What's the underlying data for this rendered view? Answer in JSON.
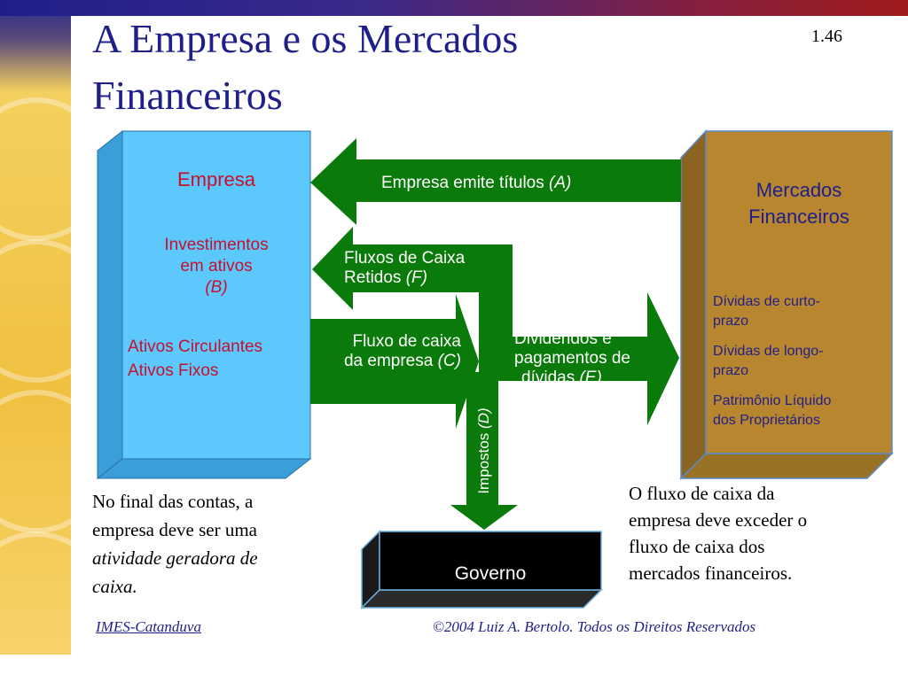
{
  "slide": {
    "title_line1": "A Empresa e os Mercados",
    "title_line2": "Financeiros",
    "number": "1.46"
  },
  "diagram": {
    "firm": {
      "title": "Empresa",
      "investments_line1": "Investimentos",
      "investments_line2": "em ativos",
      "investments_tag": "(B)",
      "assets_line1": "Ativos Circulantes",
      "assets_line2": "Ativos Fixos"
    },
    "markets": {
      "title_line1": "Mercados",
      "title_line2": "Financeiros",
      "item1_line1": "Dívidas de curto-",
      "item1_line2": "prazo",
      "item2_line1": "Dívidas de longo-",
      "item2_line2": "prazo",
      "item3_line1": "Patrimônio Líquido",
      "item3_line2": "dos Proprietários"
    },
    "government": "Governo",
    "flows": {
      "a_text": "Empresa emite títulos",
      "a_tag": "(A)",
      "f_line1": "Fluxos de Caixa",
      "f_line2": "Retidos",
      "f_tag": "(F)",
      "c_line1": "Fluxo de caixa",
      "c_line2": "da empresa",
      "c_tag": "(C)",
      "e_line1": "Dividendos e",
      "e_line2": "pagamentos de",
      "e_line3": "dívidas",
      "e_tag": "(E)",
      "d_text": "Impostos",
      "d_tag": "(D)"
    }
  },
  "notes": {
    "left_line1": "No final das contas, a",
    "left_line2": "empresa deve ser uma",
    "left_line3": "atividade geradora de",
    "left_line4": "caixa.",
    "right_line1": "O fluxo de caixa da",
    "right_line2": "empresa deve exceder o",
    "right_line3": "fluxo de caixa dos",
    "right_line4": "mercados financeiros."
  },
  "footer": {
    "left": "IMES-Catanduva",
    "right": "©2004 Luiz A. Bertolo. Todos os Direitos Reservados"
  },
  "colors": {
    "firm_face": "#5cc8fb",
    "firm_side": "#3a9fd8",
    "markets_face": "#b8862f",
    "markets_side": "#8a6420",
    "arrow_green": "#0a7a0a",
    "government_face": "#000000",
    "title_blue": "#1f1f8a"
  }
}
